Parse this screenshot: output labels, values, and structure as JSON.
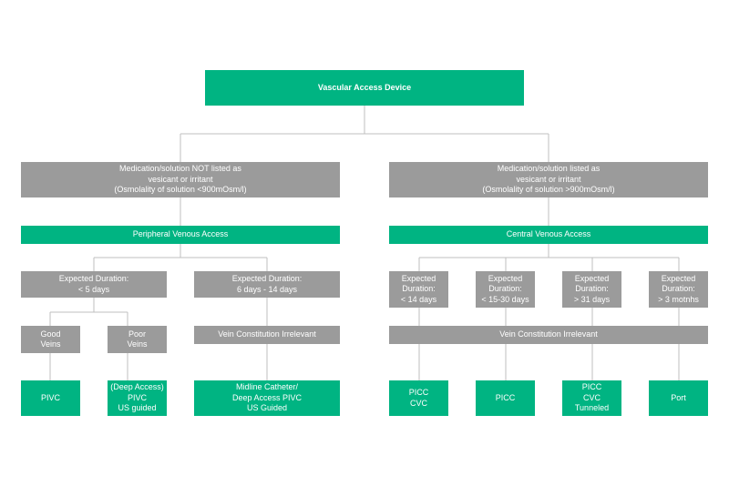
{
  "colors": {
    "green": "#00b482",
    "gray": "#9b9b9b",
    "line": "#bfbfbf"
  },
  "root": {
    "label": "Vascular Access Device"
  },
  "left": {
    "criteria": "Medication/solution NOT listed as\nvesicant or irritant\n(Osmolality of solution <900mOsm/l)",
    "access": "Peripheral Venous Access",
    "duration_short": "Expected Duration:\n< 5 days",
    "duration_mid": "Expected Duration:\n6 days - 14 days",
    "good_veins": "Good\nVeins",
    "poor_veins": "Poor\nVeins",
    "vein_irrelevant": "Vein Constitution Irrelevant",
    "result_pivc": "PIVC",
    "result_deep": "(Deep Access)\nPIVC\nUS guided",
    "result_midline": "Midline Catheter/\nDeep Access PIVC\nUS Guided"
  },
  "right": {
    "criteria": "Medication/solution listed as\nvesicant or irritant\n(Osmolality of solution >900mOsm/l)",
    "access": "Central Venous Access",
    "durations": [
      "Expected\nDuration:\n< 14 days",
      "Expected\nDuration:\n< 15-30 days",
      "Expected\nDuration:\n> 31 days",
      "Expected\nDuration:\n> 3 motnhs"
    ],
    "vein_irrelevant": "Vein Constitution Irrelevant",
    "results": [
      "PICC\nCVC",
      "PICC",
      "PICC\nCVC\nTunneled",
      "Port"
    ]
  }
}
